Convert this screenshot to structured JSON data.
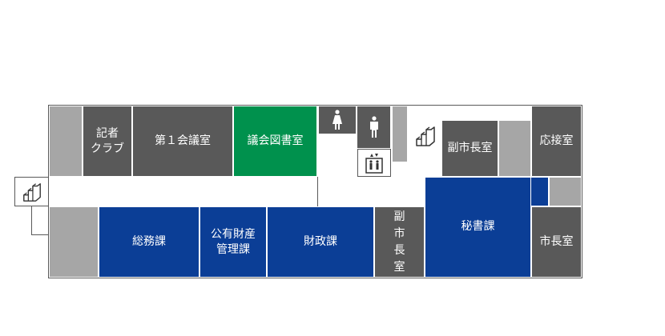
{
  "floor_plan": {
    "rooms": {
      "kisha_club": "記者\nクラブ",
      "conference_room_1": "第１会議室",
      "assembly_library": "議会図書室",
      "vice_mayor_room_north": "副市長室",
      "reception_room": "応接室",
      "general_affairs": "総務課",
      "public_property": "公有財産\n管理課",
      "finance": "財政課",
      "vice_mayor_room_south": "副\n市\n長\n室",
      "secretariat": "秘書課",
      "mayor_room": "市長室"
    },
    "icons": {
      "stairs_west": "stairs-icon",
      "stairs_east": "stairs-icon",
      "restroom_women": "female-restroom-icon",
      "restroom_men": "male-restroom-icon",
      "elevator": "elevator-icon"
    },
    "colors": {
      "department": "#0b3e96",
      "assembly_library": "#00914d",
      "dark_room": "#595959",
      "service_space": "#a6a6a6"
    }
  }
}
